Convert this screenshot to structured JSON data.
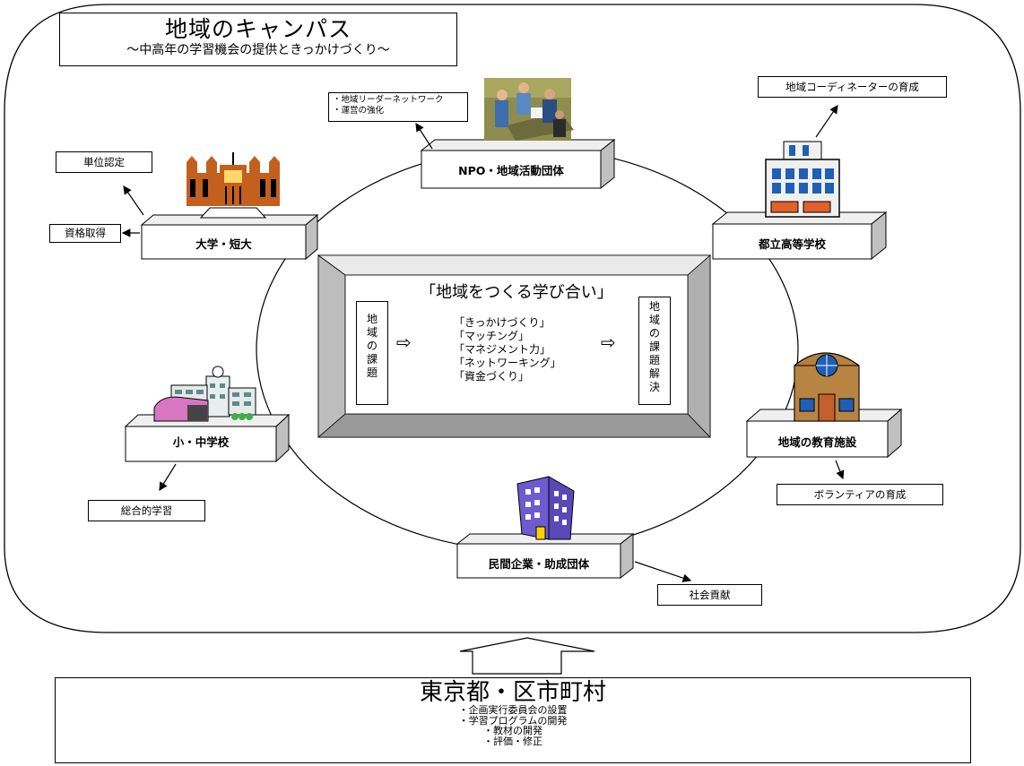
{
  "title": {
    "main": "地域のキャンパス",
    "sub": "～中高年の学習機会の提供ときっかけづくり～"
  },
  "center": {
    "title": "「地域をつくる学び合い」",
    "left_chars": [
      "地",
      "域",
      "の",
      "課",
      "題"
    ],
    "right_chars": [
      "地",
      "域",
      "の",
      "課",
      "題",
      "解",
      "決"
    ],
    "arrow": "⇨",
    "items": [
      "「きっかけづくり」",
      "「マッチング」",
      "「マネジメント力」",
      "「ネットワーキング」",
      "「資金づくり」"
    ]
  },
  "nodes": {
    "npo": "NPO・地域活動団体",
    "university": "大学・短大",
    "highschool": "都立高等学校",
    "elementary": "小・中学校",
    "facility": "地域の教育施設",
    "company": "民間企業・助成団体"
  },
  "outcomes": {
    "npo_lines": [
      "・地域リーダーネットワーク",
      "・運営の強化"
    ],
    "coordinator": "地域コーディネーターの育成",
    "credit": "単位認定",
    "qualification": "資格取得",
    "integrated": "総合的学習",
    "volunteer": "ボランティアの育成",
    "contribution": "社会貢献"
  },
  "bottom": {
    "title": "東京都・区市町村",
    "items": [
      "・企画実行委員会の設置",
      "・学習プログラムの開発",
      "・教材の開発",
      "・評価・修正"
    ]
  }
}
